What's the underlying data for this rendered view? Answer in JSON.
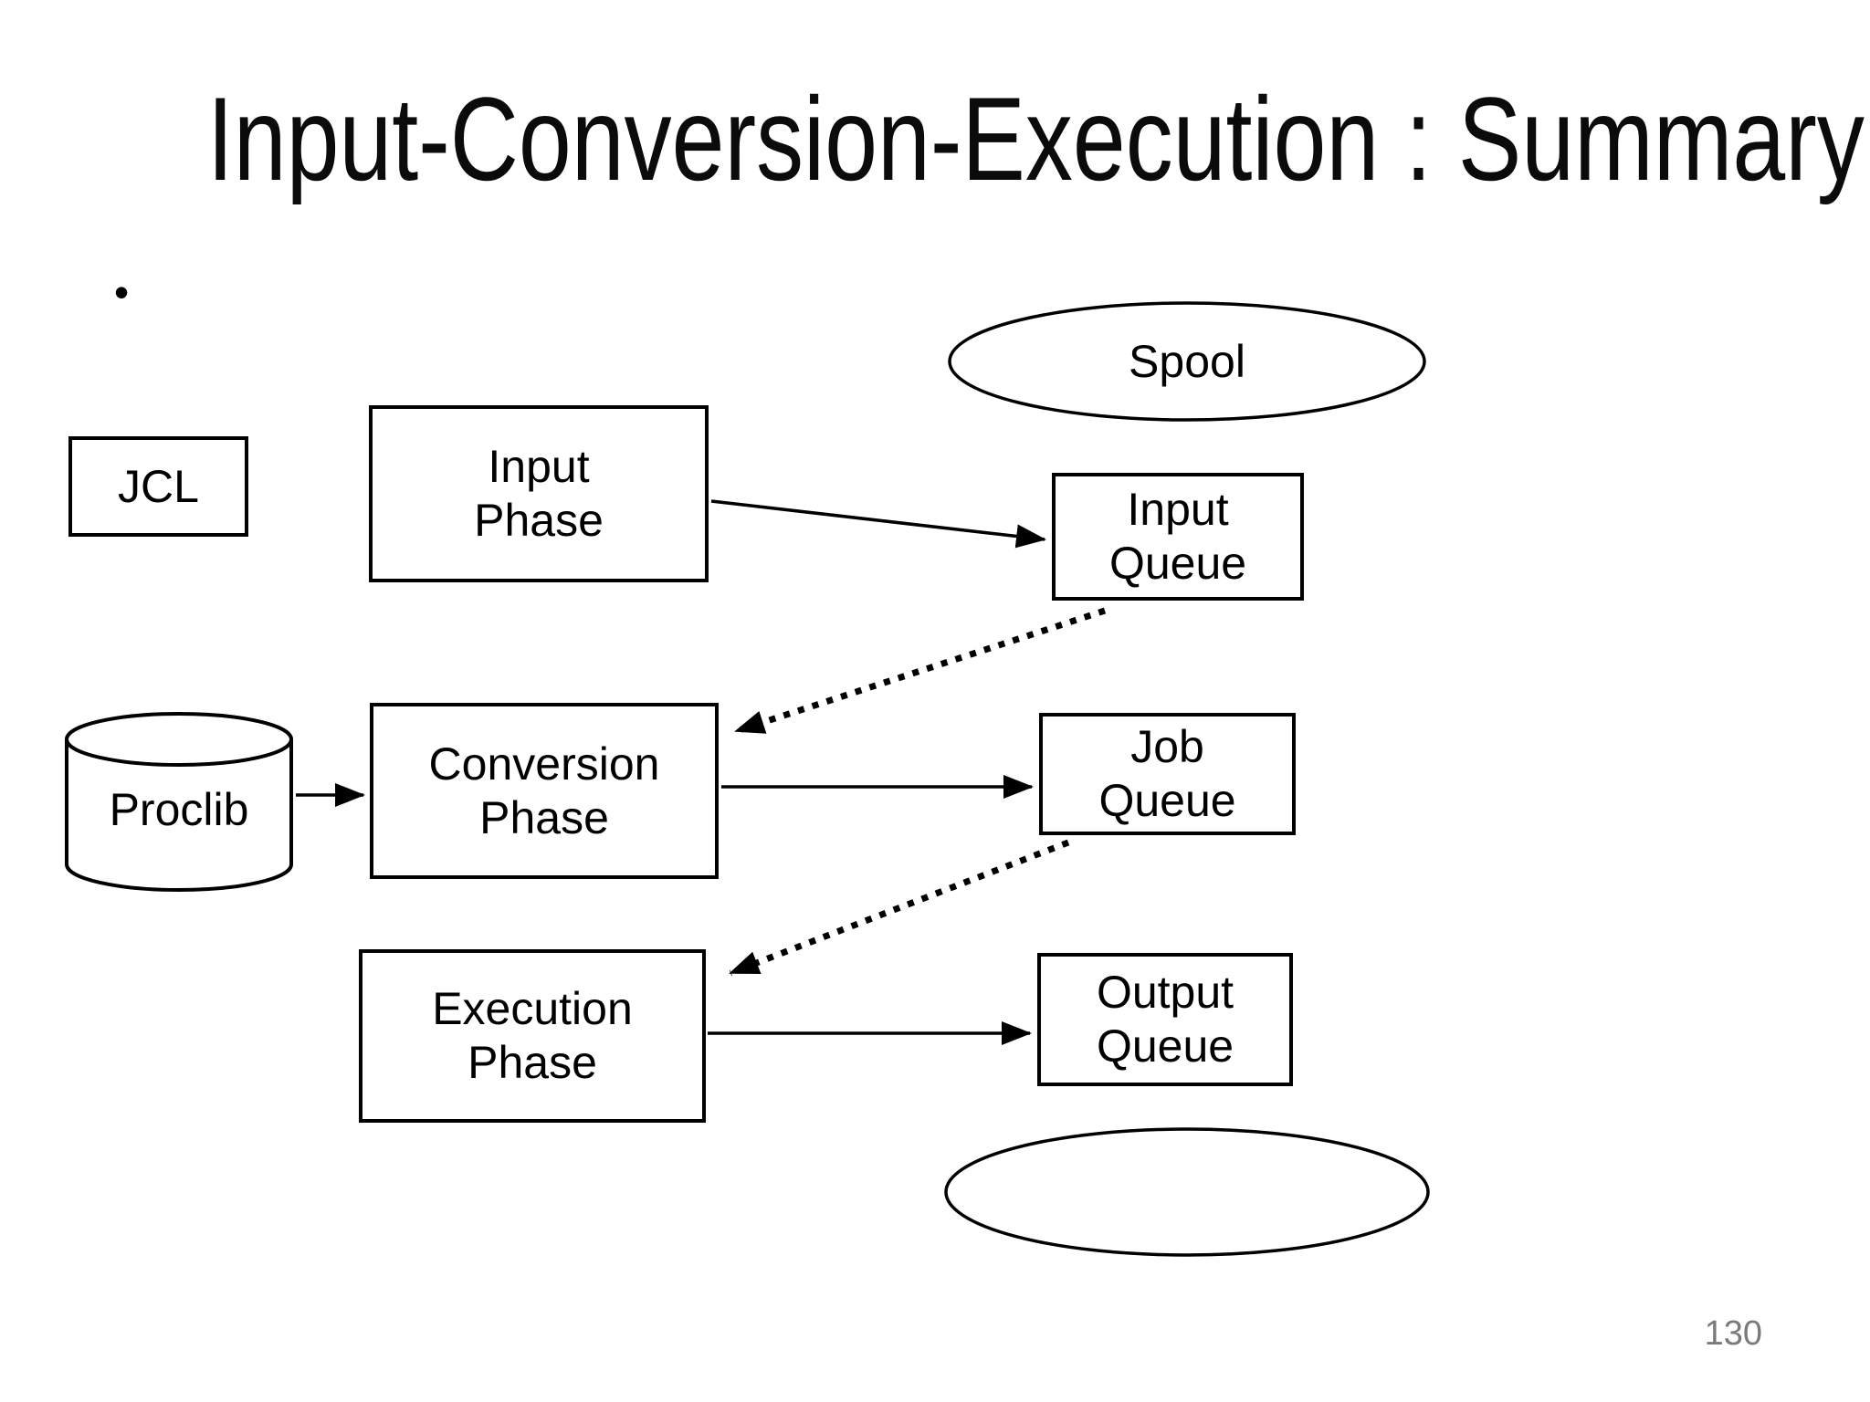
{
  "slide": {
    "title": "Input-Conversion-Execution : Summary",
    "bullet_marker": "•",
    "page_number": "130"
  },
  "colors": {
    "background": "#ffffff",
    "ink": "#000000",
    "title_text": "#0b0b0b",
    "page_number_text": "#7a7a7a"
  },
  "diagram": {
    "spool": {
      "label": "Spool",
      "shape": "ellipse"
    },
    "jcl": {
      "label": "JCL",
      "shape": "rectangle"
    },
    "input_phase": {
      "line1": "Input",
      "line2": "Phase",
      "shape": "rectangle"
    },
    "input_queue": {
      "line1": "Input",
      "line2": "Queue",
      "shape": "rectangle"
    },
    "proclib": {
      "label": "Proclib",
      "shape": "cylinder"
    },
    "conversion_phase": {
      "line1": "Conversion",
      "line2": "Phase",
      "shape": "rectangle"
    },
    "job_queue": {
      "line1": "Job",
      "line2": "Queue",
      "shape": "rectangle"
    },
    "execution_phase": {
      "line1": "Execution",
      "line2": "Phase",
      "shape": "rectangle"
    },
    "output_queue": {
      "line1": "Output",
      "line2": "Queue",
      "shape": "rectangle"
    },
    "bottom_ellipse": {
      "label": "",
      "shape": "ellipse"
    },
    "connections": [
      {
        "from": "input_phase",
        "to": "input_queue",
        "style": "solid"
      },
      {
        "from": "input_queue",
        "to": "conversion_phase",
        "style": "dotted"
      },
      {
        "from": "proclib",
        "to": "conversion_phase",
        "style": "solid"
      },
      {
        "from": "conversion_phase",
        "to": "job_queue",
        "style": "solid"
      },
      {
        "from": "job_queue",
        "to": "execution_phase",
        "style": "dotted"
      },
      {
        "from": "execution_phase",
        "to": "output_queue",
        "style": "solid"
      }
    ]
  }
}
